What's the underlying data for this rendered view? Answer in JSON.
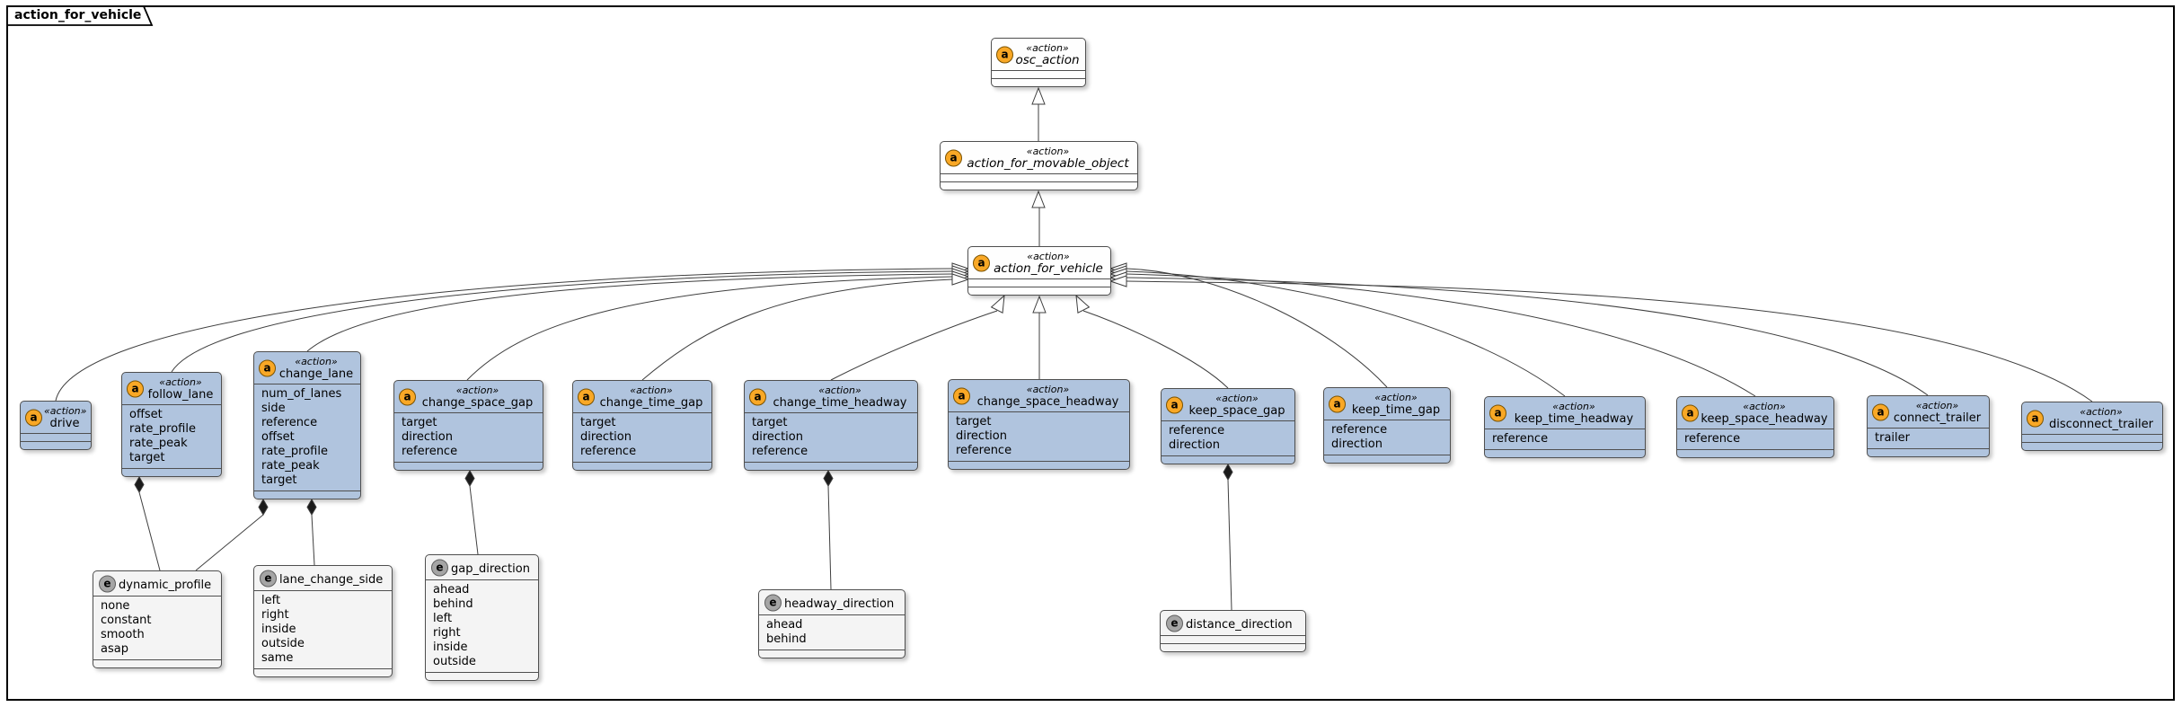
{
  "frame": {
    "title": "action_for_vehicle"
  },
  "badges": {
    "action": "a",
    "enum": "e"
  },
  "colors": {
    "class_fill": "#B0C4DE",
    "abstract_fill": "#FEFEFE",
    "enum_fill": "#F4F4F4",
    "badge_action": "#F9A826",
    "badge_enum": "#A5A5A5",
    "line": "#3F3F3F",
    "frame_border": "#000000"
  },
  "nodes": {
    "osc_action": {
      "stereotype": "«action»",
      "name": "osc_action",
      "abstract": true
    },
    "action_for_movable_object": {
      "stereotype": "«action»",
      "name": "action_for_movable_object",
      "abstract": true
    },
    "action_for_vehicle": {
      "stereotype": "«action»",
      "name": "action_for_vehicle",
      "abstract": true
    },
    "drive": {
      "stereotype": "«action»",
      "name": "drive",
      "attrs": []
    },
    "follow_lane": {
      "stereotype": "«action»",
      "name": "follow_lane",
      "attrs": [
        "offset",
        "rate_profile",
        "rate_peak",
        "target"
      ]
    },
    "change_lane": {
      "stereotype": "«action»",
      "name": "change_lane",
      "attrs": [
        "num_of_lanes",
        "side",
        "reference",
        "offset",
        "rate_profile",
        "rate_peak",
        "target"
      ]
    },
    "change_space_gap": {
      "stereotype": "«action»",
      "name": "change_space_gap",
      "attrs": [
        "target",
        "direction",
        "reference"
      ]
    },
    "change_time_gap": {
      "stereotype": "«action»",
      "name": "change_time_gap",
      "attrs": [
        "target",
        "direction",
        "reference"
      ]
    },
    "change_time_headway": {
      "stereotype": "«action»",
      "name": "change_time_headway",
      "attrs": [
        "target",
        "direction",
        "reference"
      ]
    },
    "change_space_headway": {
      "stereotype": "«action»",
      "name": "change_space_headway",
      "attrs": [
        "target",
        "direction",
        "reference"
      ]
    },
    "keep_space_gap": {
      "stereotype": "«action»",
      "name": "keep_space_gap",
      "attrs": [
        "reference",
        "direction"
      ]
    },
    "keep_time_gap": {
      "stereotype": "«action»",
      "name": "keep_time_gap",
      "attrs": [
        "reference",
        "direction"
      ]
    },
    "keep_time_headway": {
      "stereotype": "«action»",
      "name": "keep_time_headway",
      "attrs": [
        "reference"
      ]
    },
    "keep_space_headway": {
      "stereotype": "«action»",
      "name": "keep_space_headway",
      "attrs": [
        "reference"
      ]
    },
    "connect_trailer": {
      "stereotype": "«action»",
      "name": "connect_trailer",
      "attrs": [
        "trailer"
      ]
    },
    "disconnect_trailer": {
      "stereotype": "«action»",
      "name": "disconnect_trailer",
      "attrs": []
    },
    "dynamic_profile": {
      "name": "dynamic_profile",
      "kind": "enum",
      "values": [
        "none",
        "constant",
        "smooth",
        "asap"
      ]
    },
    "lane_change_side": {
      "name": "lane_change_side",
      "kind": "enum",
      "values": [
        "left",
        "right",
        "inside",
        "outside",
        "same"
      ]
    },
    "gap_direction": {
      "name": "gap_direction",
      "kind": "enum",
      "values": [
        "ahead",
        "behind",
        "left",
        "right",
        "inside",
        "outside"
      ]
    },
    "headway_direction": {
      "name": "headway_direction",
      "kind": "enum",
      "values": [
        "ahead",
        "behind"
      ]
    },
    "distance_direction": {
      "name": "distance_direction",
      "kind": "enum",
      "values": []
    }
  },
  "relationships": {
    "generalizations": [
      [
        "action_for_movable_object",
        "osc_action"
      ],
      [
        "action_for_vehicle",
        "action_for_movable_object"
      ],
      [
        "drive",
        "action_for_vehicle"
      ],
      [
        "follow_lane",
        "action_for_vehicle"
      ],
      [
        "change_lane",
        "action_for_vehicle"
      ],
      [
        "change_space_gap",
        "action_for_vehicle"
      ],
      [
        "change_time_gap",
        "action_for_vehicle"
      ],
      [
        "change_time_headway",
        "action_for_vehicle"
      ],
      [
        "change_space_headway",
        "action_for_vehicle"
      ],
      [
        "keep_space_gap",
        "action_for_vehicle"
      ],
      [
        "keep_time_gap",
        "action_for_vehicle"
      ],
      [
        "keep_time_headway",
        "action_for_vehicle"
      ],
      [
        "keep_space_headway",
        "action_for_vehicle"
      ],
      [
        "connect_trailer",
        "action_for_vehicle"
      ],
      [
        "disconnect_trailer",
        "action_for_vehicle"
      ]
    ],
    "compositions": [
      [
        "follow_lane",
        "dynamic_profile"
      ],
      [
        "change_lane",
        "dynamic_profile"
      ],
      [
        "change_lane",
        "lane_change_side"
      ],
      [
        "change_space_gap",
        "gap_direction"
      ],
      [
        "change_time_headway",
        "headway_direction"
      ],
      [
        "keep_space_gap",
        "distance_direction"
      ]
    ]
  }
}
